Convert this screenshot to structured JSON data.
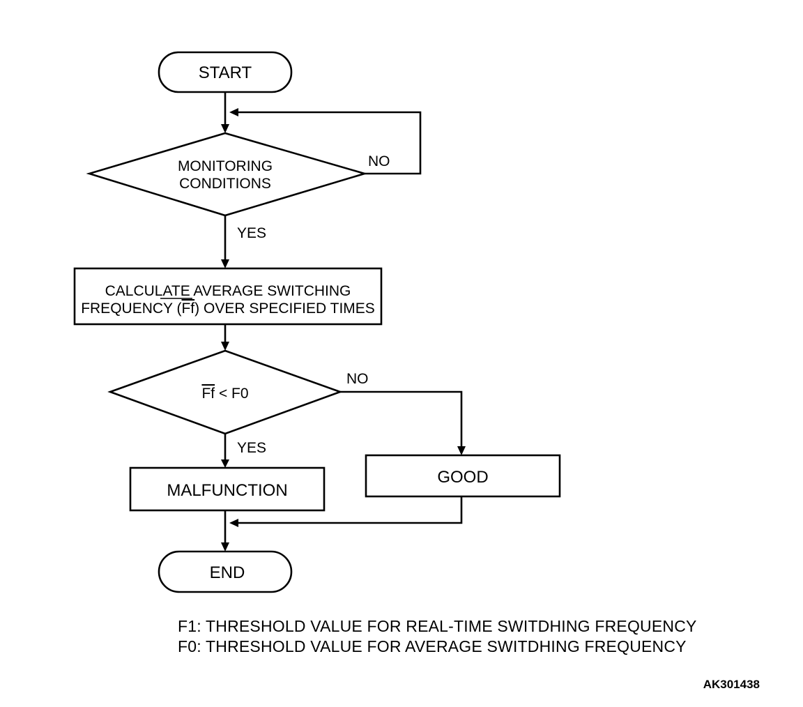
{
  "nodes": {
    "start": "START",
    "monitoring": [
      "MONITORING",
      "CONDITIONS"
    ],
    "calculate": {
      "line1": "CALCULATE AVERAGE SWITCHING",
      "line2_prefix": "FREQUENCY (",
      "line2_symbol": "Ff",
      "line2_suffix": ") OVER SPECIFIED TIMES"
    },
    "compare": {
      "symbol": "Ff",
      "operator_text": " < F0"
    },
    "malfunction": "MALFUNCTION",
    "good": "GOOD",
    "end": "END"
  },
  "branch_labels": {
    "monitoring_no": "NO",
    "monitoring_yes": "YES",
    "compare_no": "NO",
    "compare_yes": "YES"
  },
  "notes": [
    "F1: THRESHOLD VALUE FOR REAL-TIME SWITDHING FREQUENCY",
    "F0: THRESHOLD VALUE FOR AVERAGE SWITDHING FREQUENCY"
  ],
  "figure_code": "AK301438"
}
